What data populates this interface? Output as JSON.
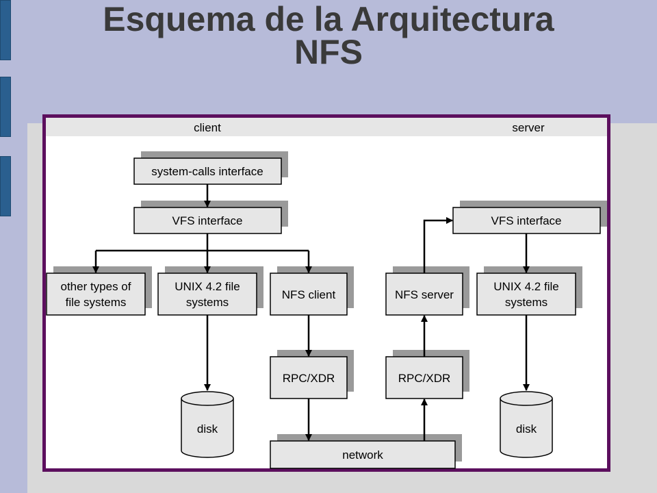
{
  "slide": {
    "title_line1": "Esquema de la Arquitectura",
    "title_line2": "NFS"
  },
  "diagram": {
    "header_client": "client",
    "header_server": "server",
    "nodes": {
      "syscalls": "system-calls interface",
      "vfs_client": "VFS interface",
      "other_fs": [
        "other types of",
        "file systems"
      ],
      "unix_client": [
        "UNIX 4.2 file",
        "systems"
      ],
      "nfs_client": "NFS client",
      "rpc_client": "RPC/XDR",
      "disk_client": "disk",
      "nfs_server": "NFS server",
      "rpc_server": "RPC/XDR",
      "vfs_server": "VFS interface",
      "unix_server": [
        "UNIX 4.2 file",
        "systems"
      ],
      "disk_server": "disk",
      "network": "network"
    }
  }
}
